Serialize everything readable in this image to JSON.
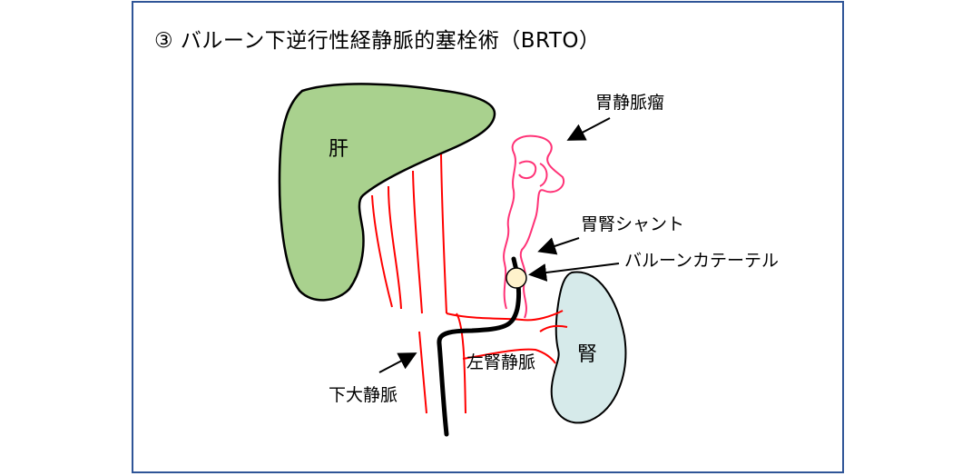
{
  "title": "③ バルーン下逆行性経静脈的塞栓術（BRTO）",
  "organs": {
    "liver": "肝",
    "kidney": "腎"
  },
  "labels": {
    "gastric_varix": "胃静脈瘤",
    "gastrorenal_shunt": "胃腎シャント",
    "balloon_catheter": "バルーンカテーテル",
    "ivc": "下大静脈",
    "left_renal_vein": "左腎静脈"
  },
  "colors": {
    "frame": "#2f5597",
    "liver_fill": "#a9d18e",
    "kidney_fill": "#d6eaea",
    "vessel_red": "#ff0000",
    "varix_pink": "#ff3377",
    "catheter": "#000000",
    "balloon_fill": "#fff2cc"
  }
}
